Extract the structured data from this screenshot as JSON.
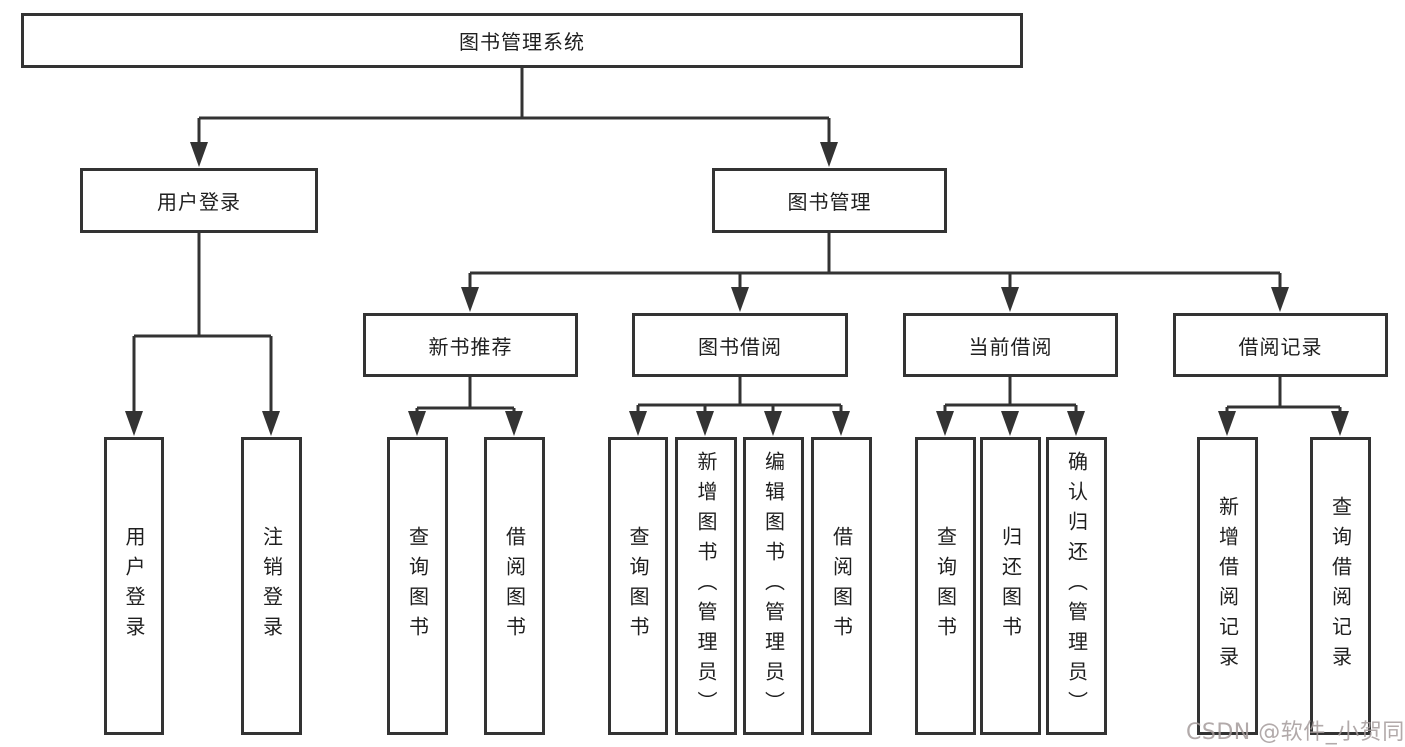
{
  "tree": {
    "label": "图书管理系统",
    "children": [
      {
        "label": "用户登录",
        "children": [
          {
            "label": "用户登录"
          },
          {
            "label": "注销登录"
          }
        ]
      },
      {
        "label": "图书管理",
        "children": [
          {
            "label": "新书推荐",
            "children": [
              {
                "label": "查询图书"
              },
              {
                "label": "借阅图书"
              }
            ]
          },
          {
            "label": "图书借阅",
            "children": [
              {
                "label": "查询图书"
              },
              {
                "label": "新增图书（管理员）"
              },
              {
                "label": "编辑图书（管理员）"
              },
              {
                "label": "借阅图书"
              }
            ]
          },
          {
            "label": "当前借阅",
            "children": [
              {
                "label": "查询图书"
              },
              {
                "label": "归还图书"
              },
              {
                "label": "确认归还（管理员）"
              }
            ]
          },
          {
            "label": "借阅记录",
            "children": [
              {
                "label": "新增借阅记录"
              },
              {
                "label": "查询借阅记录"
              }
            ]
          }
        ]
      }
    ]
  },
  "watermark": {
    "text": "CSDN @软件_小贺同学"
  },
  "colors": {
    "line": "#333333",
    "box_border": "#333333",
    "text": "#1f1f1f",
    "background": "#ffffff",
    "watermark": "#a49b9b"
  }
}
